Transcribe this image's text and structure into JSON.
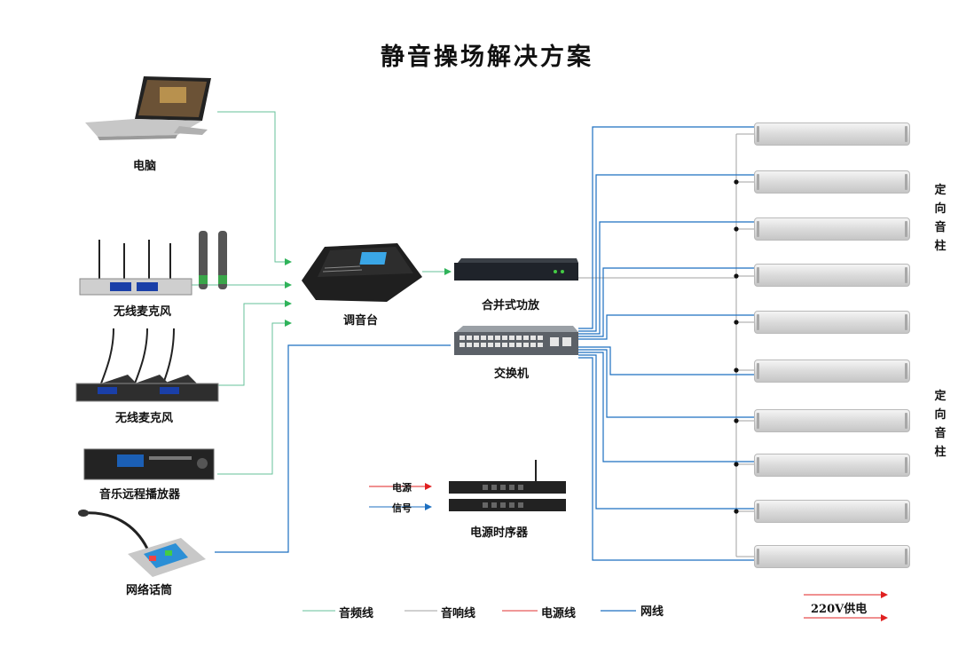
{
  "title": "静音操场解决方案",
  "devices": {
    "computer": "电脑",
    "wireless_mic_1": "无线麦克风",
    "wireless_mic_2": "无线麦克风",
    "music_player": "音乐远程播放器",
    "network_mic": "网络话筒",
    "mixer": "调音台",
    "amplifier": "合并式功放",
    "switch": "交换机",
    "power_sequencer": "电源时序器"
  },
  "sequencer_inputs": {
    "power": "电源",
    "signal": "信号"
  },
  "speaker_group_label": "定向音柱",
  "speaker_group_chars": [
    "定",
    "向",
    "音",
    "柱"
  ],
  "speaker_count": 10,
  "legend": [
    {
      "label": "音频线",
      "color": "#66c29a"
    },
    {
      "label": "音响线",
      "color": "#a0a0a0"
    },
    {
      "label": "电源线",
      "color": "#e03030"
    },
    {
      "label": "网线",
      "color": "#1c6fc0"
    }
  ],
  "power_supply": "220V供电",
  "colors": {
    "audio": "#66c29a",
    "speaker": "#a0a0a0",
    "power": "#e03030",
    "network": "#1c6fc0"
  }
}
